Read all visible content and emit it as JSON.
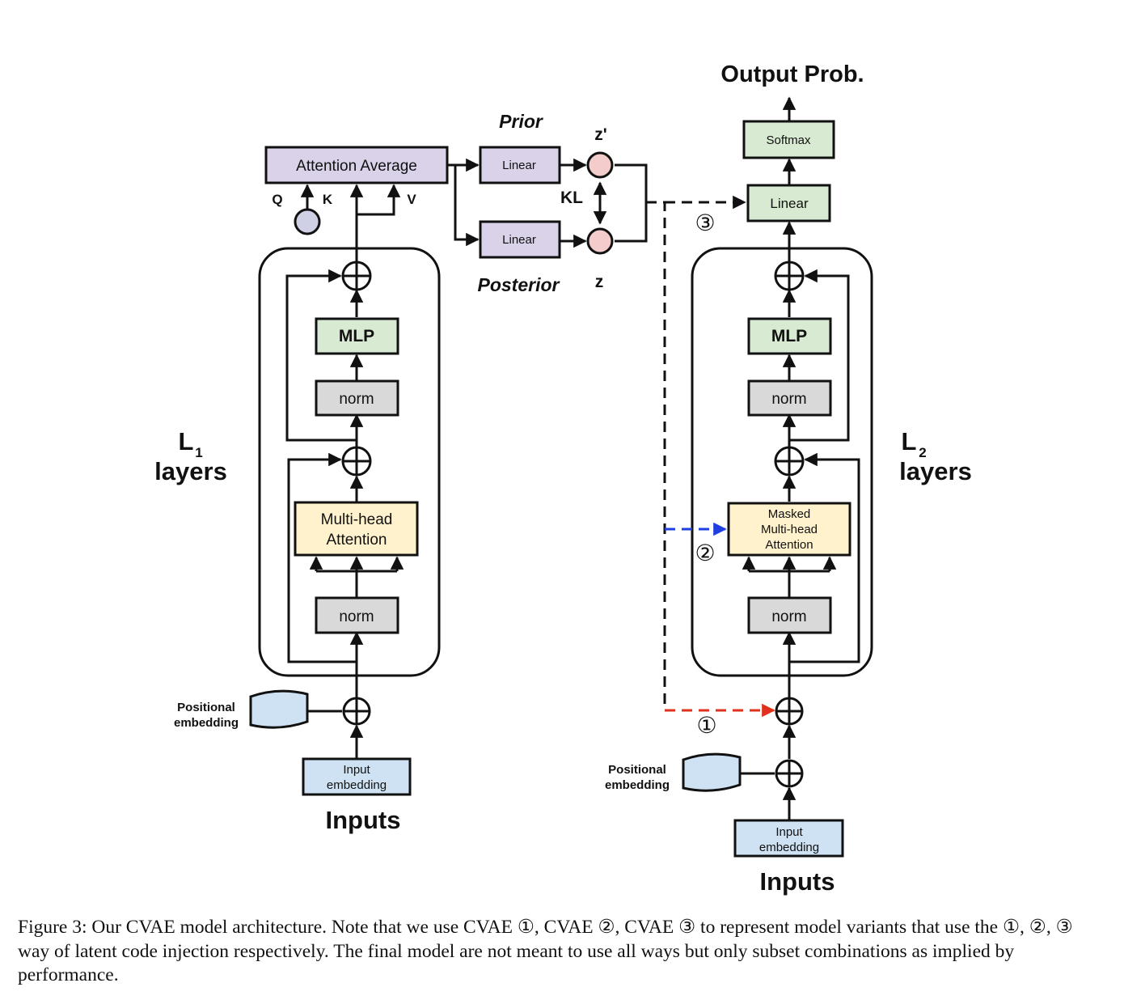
{
  "figure": {
    "caption": "Figure 3: Our CVAE model architecture. Note that we use CVAE ①, CVAE ②, CVAE ③ to represent model variants that use the ①, ②, ③ way of latent code injection respectively. The final model are not meant to use all ways but only subset combinations as implied by performance."
  },
  "encoder": {
    "attention_average": "Attention Average",
    "q": "Q",
    "k": "K",
    "v": "V",
    "mlp": "MLP",
    "norm_top": "norm",
    "attention": [
      "Multi-head",
      "Attention"
    ],
    "norm_bottom": "norm",
    "layers_sub": "1",
    "layers_label": "layers",
    "positional": [
      "Positional",
      "embedding"
    ],
    "input_embedding": [
      "Input",
      "embedding"
    ],
    "inputs": "Inputs"
  },
  "latent": {
    "prior": "Prior",
    "posterior": "Posterior",
    "linear_prior": "Linear",
    "linear_posterior": "Linear",
    "z_prime": "z'",
    "z": "z",
    "kl": "KL"
  },
  "decoder": {
    "output": "Output Prob.",
    "softmax": "Softmax",
    "linear": "Linear",
    "mlp": "MLP",
    "norm_top": "norm",
    "attention": [
      "Masked",
      "Multi-head",
      "Attention"
    ],
    "norm_bottom": "norm",
    "layers_sub": "2",
    "layers_label": "layers",
    "positional": [
      "Positional",
      "embedding"
    ],
    "input_embedding": [
      "Input",
      "embedding"
    ],
    "inputs": "Inputs",
    "injections": [
      {
        "marker": "③",
        "color": "#111111"
      },
      {
        "marker": "②",
        "color": "#1f3fe0"
      },
      {
        "marker": "①",
        "color": "#e0301e"
      }
    ]
  },
  "colors": {
    "purple": "#d9d2e9",
    "green": "#d9ead3",
    "gray": "#d9d9d9",
    "yellow": "#fff2cc",
    "blue": "#cfe2f3",
    "pink": "#f4cccc",
    "query": "#cfcfe6"
  }
}
